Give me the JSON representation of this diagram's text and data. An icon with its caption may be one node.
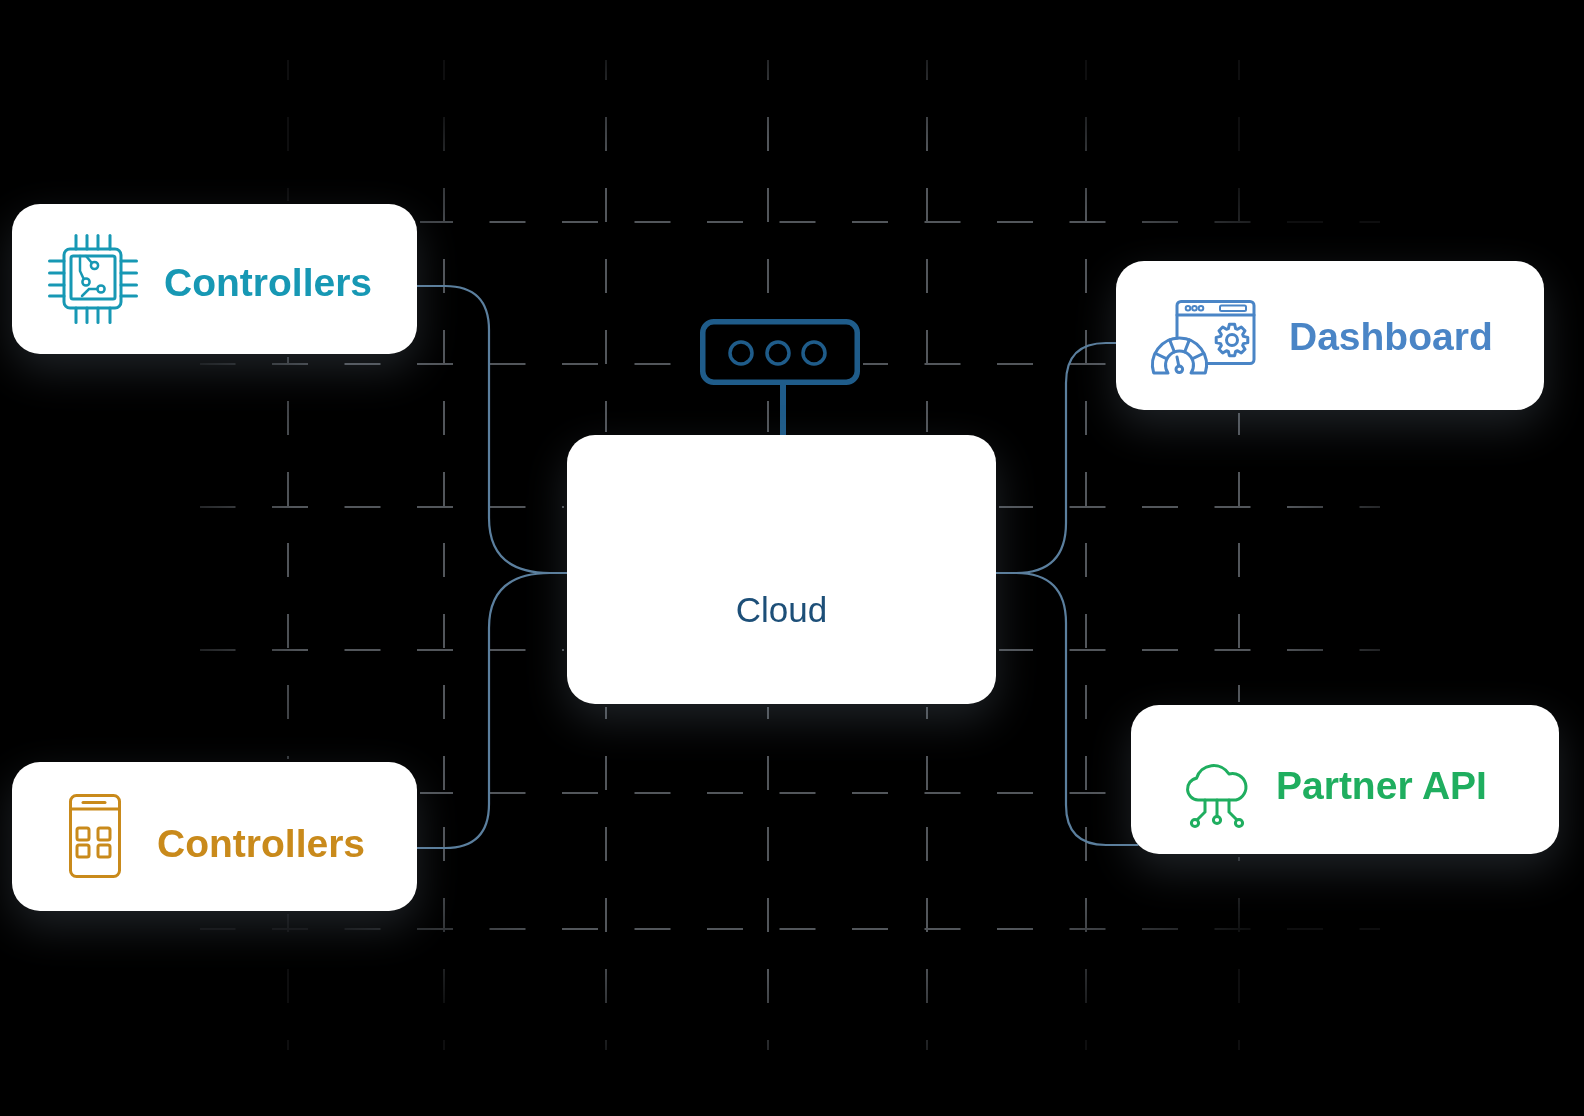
{
  "diagram": {
    "nodes": [
      {
        "text": [
          "Controllers"
        ]
      },
      {
        "text": [
          "Controllers"
        ]
      },
      {
        "text": [],
        "shape": "box"
      },
      {
        "text": [
          "Cloud"
        ]
      },
      {
        "text": [
          "Dashboard"
        ]
      },
      {
        "text": [
          "Partner API"
        ]
      }
    ],
    "edges": [
      {
        "from": 0,
        "to": 3,
        "arrow": "none"
      },
      {
        "from": 1,
        "to": 3,
        "arrow": "none"
      },
      {
        "from": 2,
        "to": 3,
        "arrow": "none",
        "style": "thick",
        "color": "#1f5c8a"
      },
      {
        "from": 3,
        "to": 4,
        "arrow": "none"
      },
      {
        "from": 3,
        "to": 5,
        "arrow": "none"
      }
    ]
  }
}
